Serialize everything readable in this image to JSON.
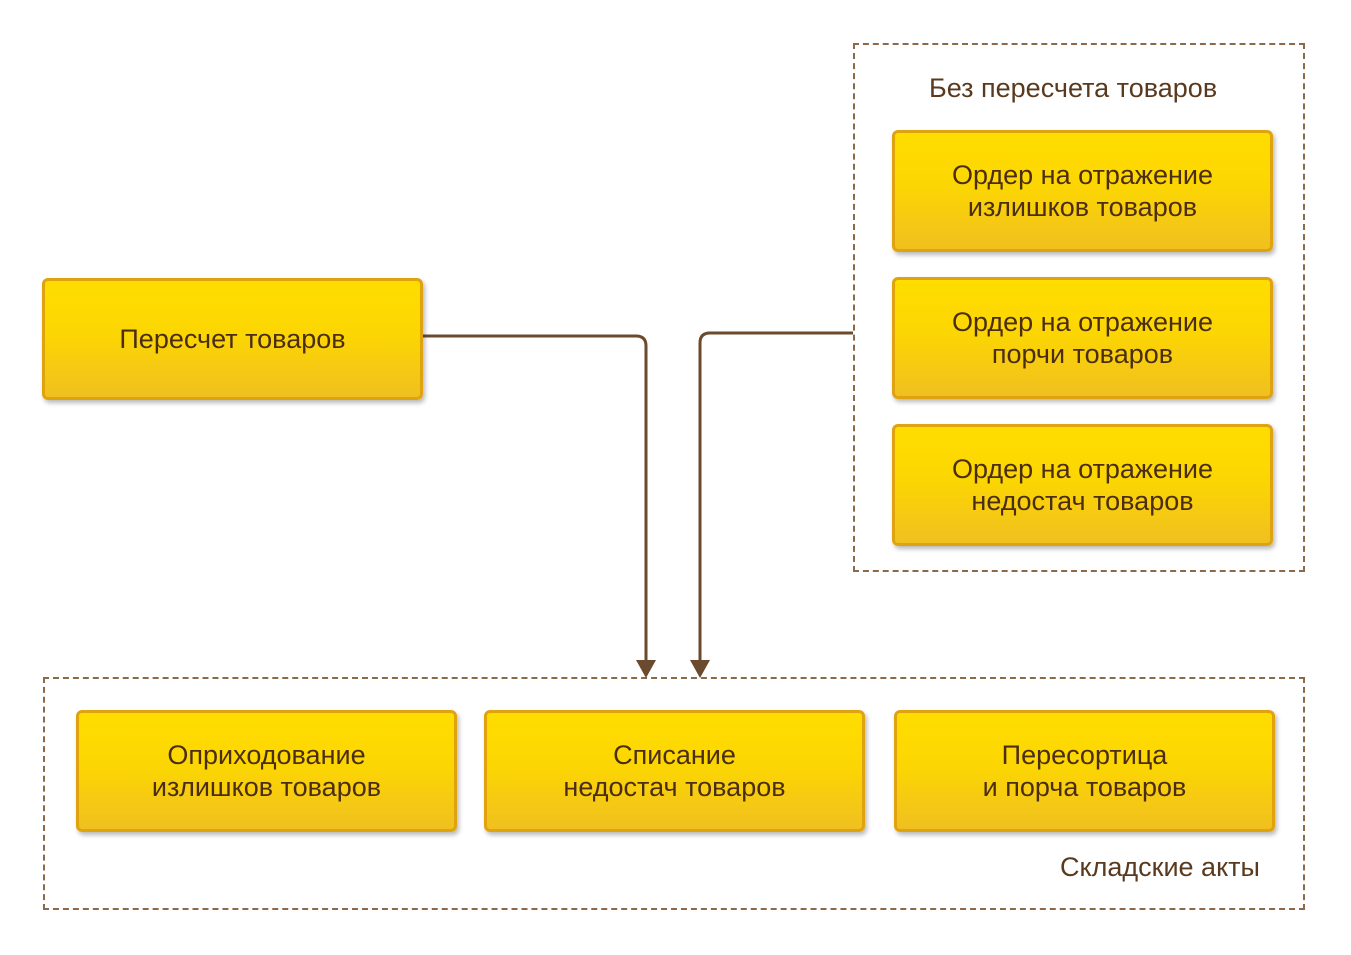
{
  "diagram": {
    "source_node": {
      "lines": [
        "Пересчет товаров"
      ]
    },
    "no_recount_group": {
      "label": "Без пересчета товаров",
      "items": [
        {
          "lines": [
            "Ордер на отражение",
            "излишков товаров"
          ]
        },
        {
          "lines": [
            "Ордер на отражение",
            "порчи товаров"
          ]
        },
        {
          "lines": [
            "Ордер на отражение",
            "недостач товаров"
          ]
        }
      ]
    },
    "warehouse_acts_group": {
      "label": "Складские акты",
      "items": [
        {
          "lines": [
            "Оприходование",
            "излишков товаров"
          ]
        },
        {
          "lines": [
            "Списание",
            "недостач товаров"
          ]
        },
        {
          "lines": [
            "Пересортица",
            "и порча товаров"
          ]
        }
      ]
    },
    "colors": {
      "node_fill": "#fcd602",
      "node_border": "#e0a310",
      "text": "#4b2e12",
      "connector": "#6b4a2e",
      "group_border": "#8a6a4a"
    }
  }
}
